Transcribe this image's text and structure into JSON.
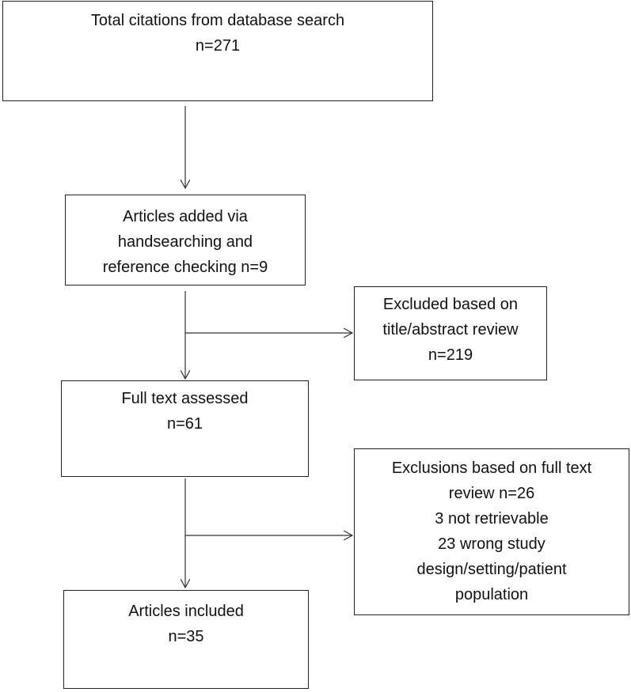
{
  "flow": {
    "total_search": {
      "label": "Total citations from database search",
      "count": "n=271"
    },
    "added": {
      "line1": "Articles added via",
      "line2": "handsearching and",
      "line3": "reference checking n=9"
    },
    "excluded_title_abstract": {
      "line1": "Excluded based on",
      "line2": "title/abstract review",
      "count": "n=219"
    },
    "full_text": {
      "label": "Full text assessed",
      "count": "n=61"
    },
    "excluded_full_text": {
      "line1": "Exclusions based on full text",
      "line2": "review n=26",
      "line3": "3 not retrievable",
      "line4": "23 wrong study",
      "line5": "design/setting/patient",
      "line6": "population"
    },
    "included": {
      "label": "Articles included",
      "count": "n=35"
    }
  }
}
